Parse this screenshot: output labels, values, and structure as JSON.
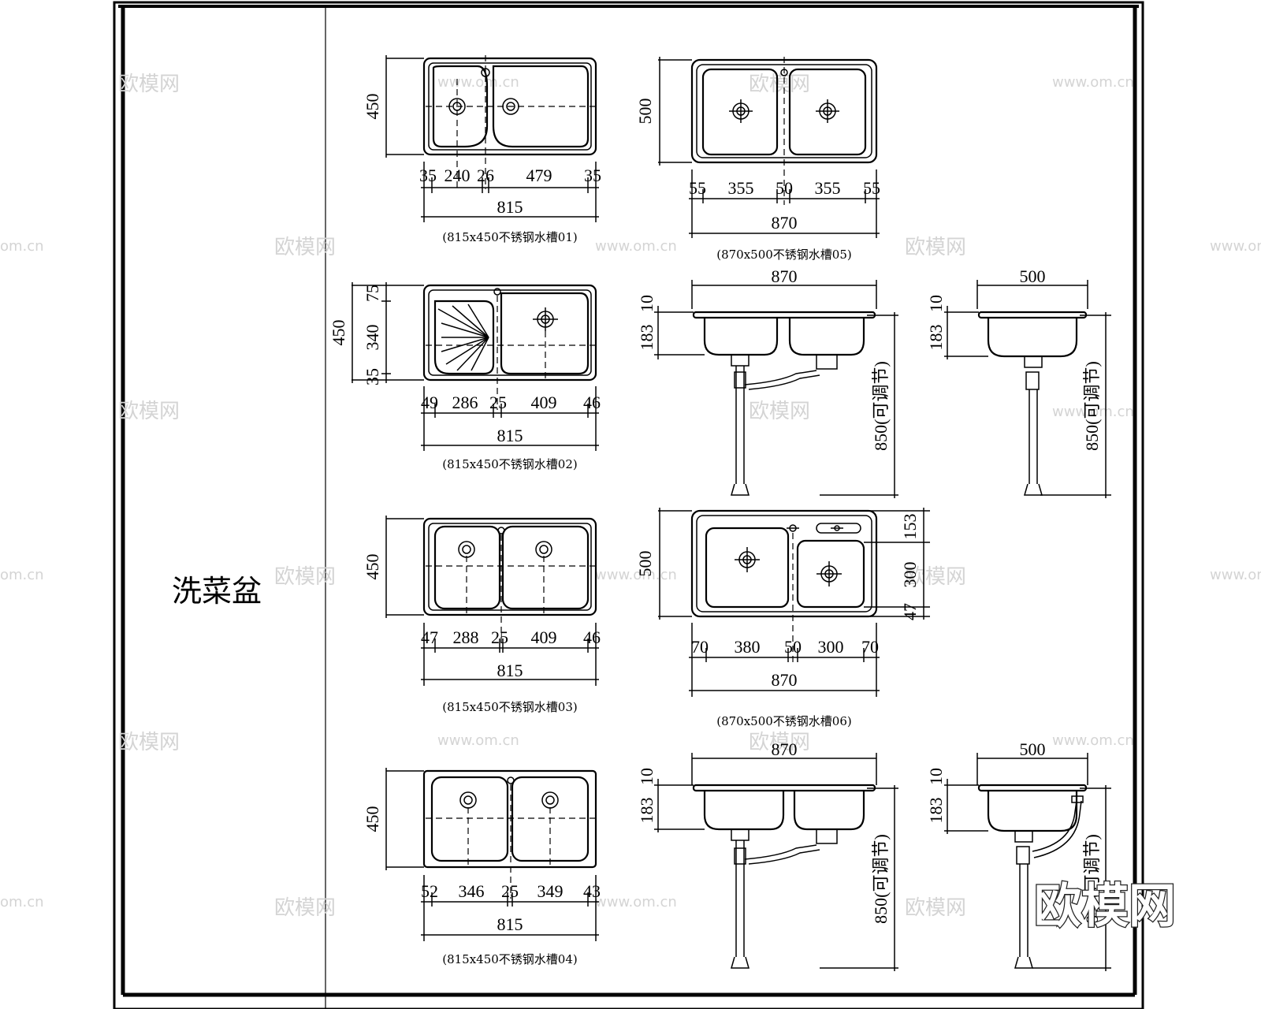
{
  "category_label": "洗菜盆",
  "watermark": {
    "text": "欧模网",
    "url": "www.om.cn",
    "url_short": "om.cn"
  },
  "sinks": [
    {
      "id": "01",
      "caption": "(815x450不锈钢水槽01)",
      "height_dim": "450",
      "dims": [
        "35",
        "240",
        "26",
        "479",
        "35"
      ],
      "total": "815"
    },
    {
      "id": "02",
      "caption": "(815x450不锈钢水槽02)",
      "height_dim": "450",
      "side_dims": [
        "75",
        "340",
        "35"
      ],
      "dims": [
        "49",
        "286",
        "25",
        "409",
        "46"
      ],
      "total": "815"
    },
    {
      "id": "03",
      "caption": "(815x450不锈钢水槽03)",
      "height_dim": "450",
      "dims": [
        "47",
        "288",
        "25",
        "409",
        "46"
      ],
      "total": "815"
    },
    {
      "id": "04",
      "caption": "(815x450不锈钢水槽04)",
      "height_dim": "450",
      "dims": [
        "52",
        "346",
        "25",
        "349",
        "43"
      ],
      "total": "815"
    },
    {
      "id": "05",
      "caption": "(870x500不锈钢水槽05)",
      "height_dim": "500",
      "dims": [
        "55",
        "355",
        "50",
        "355",
        "55"
      ],
      "total": "870"
    },
    {
      "id": "06",
      "caption": "(870x500不锈钢水槽06)",
      "height_dim": "500",
      "side_dims": [
        "153",
        "300",
        "47"
      ],
      "dims": [
        "70",
        "380",
        "50",
        "300",
        "70"
      ],
      "total": "870"
    }
  ],
  "elevations": {
    "double_width": "870",
    "single_width": "500",
    "rim": "10",
    "depth": "183",
    "height_label": "850(可调节)"
  }
}
